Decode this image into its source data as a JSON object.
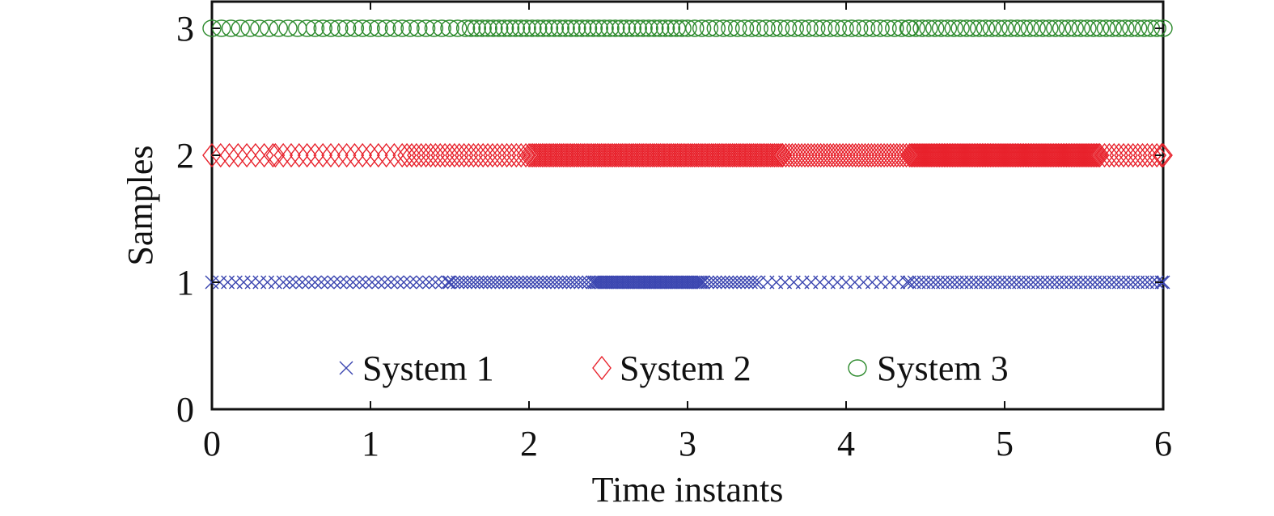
{
  "chart_data": {
    "type": "scatter",
    "title": "",
    "xlabel": "Time instants",
    "ylabel": "Samples",
    "xlim": [
      0,
      6
    ],
    "ylim": [
      0,
      3
    ],
    "x_ticks": [
      "0",
      "1",
      "2",
      "3",
      "4",
      "5",
      "6"
    ],
    "y_ticks": [
      "0",
      "1",
      "2",
      "3"
    ],
    "grid": false,
    "legend_position": "bottom-center",
    "series": [
      {
        "name": "System 1",
        "marker": "x",
        "color": "#3a45b0",
        "y": 1,
        "x_range": [
          0,
          6
        ],
        "intervals": [
          {
            "from": 0.0,
            "to": 0.45,
            "step": 0.05
          },
          {
            "from": 0.45,
            "to": 1.5,
            "step": 0.04
          },
          {
            "from": 1.5,
            "to": 2.4,
            "step": 0.025
          },
          {
            "from": 2.4,
            "to": 3.1,
            "step": 0.012
          },
          {
            "from": 3.1,
            "to": 3.45,
            "step": 0.025
          },
          {
            "from": 3.45,
            "to": 4.4,
            "step": 0.055
          },
          {
            "from": 4.4,
            "to": 6.0,
            "step": 0.03
          }
        ]
      },
      {
        "name": "System 2",
        "marker": "diamond",
        "color": "#e8202a",
        "y": 2,
        "x_range": [
          0,
          6
        ],
        "intervals": [
          {
            "from": 0.0,
            "to": 0.4,
            "step": 0.055
          },
          {
            "from": 0.4,
            "to": 1.2,
            "step": 0.05
          },
          {
            "from": 1.2,
            "to": 2.0,
            "step": 0.03
          },
          {
            "from": 2.0,
            "to": 3.6,
            "step": 0.012
          },
          {
            "from": 3.6,
            "to": 4.4,
            "step": 0.02
          },
          {
            "from": 4.4,
            "to": 5.6,
            "step": 0.01
          },
          {
            "from": 5.6,
            "to": 6.0,
            "step": 0.03
          }
        ]
      },
      {
        "name": "System 3",
        "marker": "circle",
        "color": "#2e8b2e",
        "y": 3,
        "x_range": [
          0,
          6
        ],
        "intervals": [
          {
            "from": 0.0,
            "to": 0.6,
            "step": 0.06
          },
          {
            "from": 0.6,
            "to": 1.6,
            "step": 0.05
          },
          {
            "from": 1.6,
            "to": 3.0,
            "step": 0.035
          },
          {
            "from": 3.0,
            "to": 4.4,
            "step": 0.045
          },
          {
            "from": 4.4,
            "to": 6.0,
            "step": 0.04
          }
        ]
      }
    ]
  }
}
